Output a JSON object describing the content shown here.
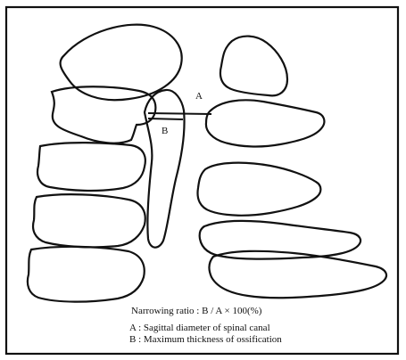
{
  "figure": {
    "labels": {
      "a": "A",
      "b": "B"
    },
    "formula": "Narrowing ratio : B / A × 100(%)",
    "legend": [
      {
        "key": "A",
        "text": "A : Sagittal diameter of spinal canal"
      },
      {
        "key": "B",
        "text": "B : Maximum thickness of ossification"
      }
    ]
  }
}
